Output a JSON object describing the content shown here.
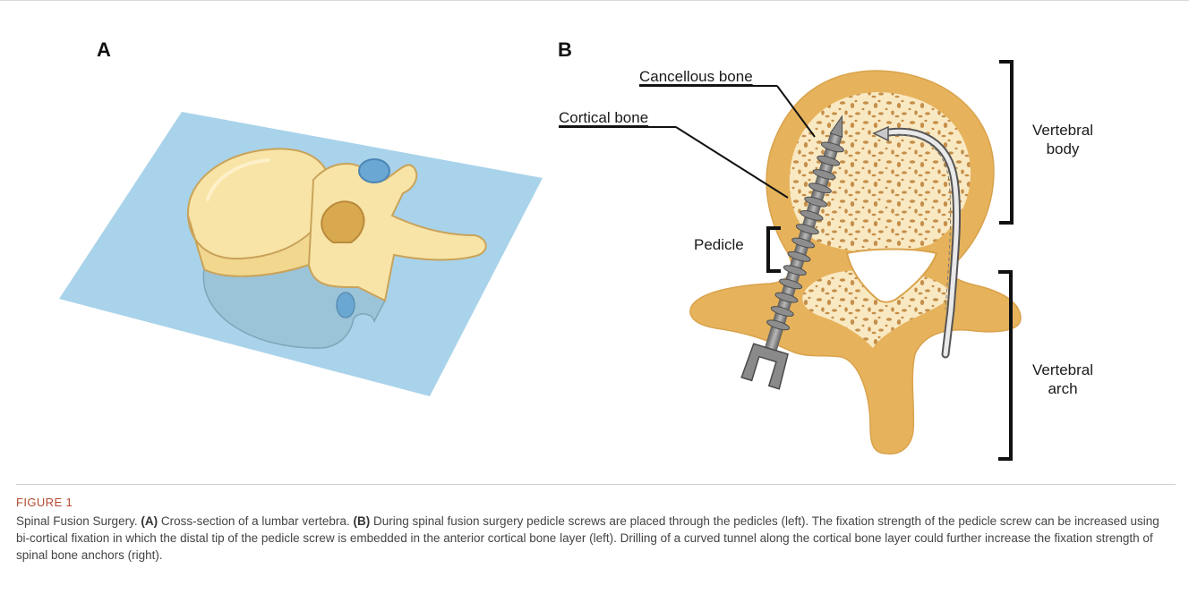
{
  "panelA": {
    "letter": "A"
  },
  "panelB": {
    "letter": "B",
    "labels": {
      "cancellous": "Cancellous bone",
      "cortical": "Cortical bone",
      "pedicle": "Pedicle",
      "vbody_line1": "Vertebral",
      "vbody_line2": "body",
      "varch_line1": "Vertebral",
      "varch_line2": "arch"
    }
  },
  "caption": {
    "title": "FIGURE 1",
    "intro": "Spinal Fusion Surgery.",
    "a_tag": "(A)",
    "a_text": "Cross-section of a lumbar vertebra.",
    "b_tag": "(B)",
    "b_text": "During spinal fusion surgery pedicle screws are placed through the pedicles (left). The fixation strength of the pedicle screw can be increased using bi-cortical fixation in which the distal tip of the pedicle screw is embedded in the anterior cortical bone layer (left). Drilling of a curved tunnel along the cortical bone layer could further increase the fixation strength of spinal bone anchors (right)."
  },
  "colors": {
    "plane": "#a9d3ea",
    "bone": "#f8e4a6",
    "cortical": "#e6b35c",
    "cancellous": "#f9e9c3",
    "pores": "#c58f4a",
    "screw": "#7b7b7b",
    "caption_title": "#b34a2f"
  }
}
